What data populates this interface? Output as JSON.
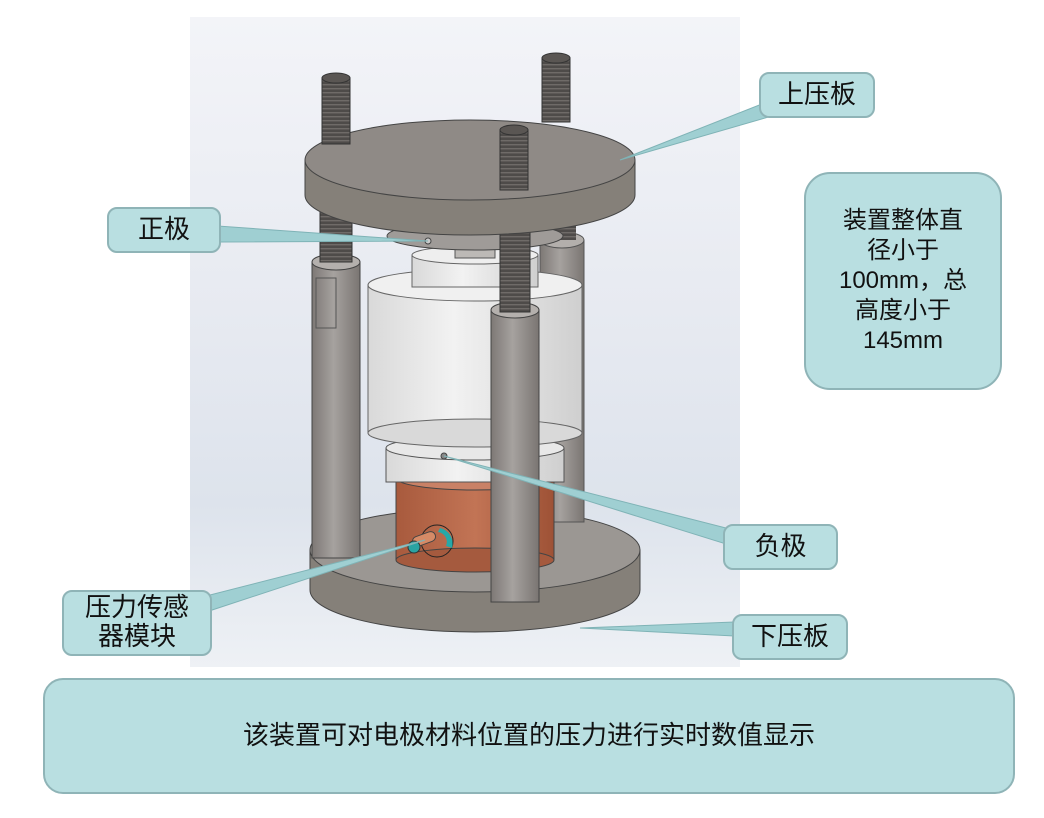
{
  "diagram": {
    "type": "annotated-device-illustration",
    "subject": "pressure test fixture for electrode material",
    "colors": {
      "callout_fill": "#b9dfe1",
      "callout_border": "#8fb4b7",
      "leader_line": "#9fcfd2",
      "plate_gray": "#8a8582",
      "rod_gray": "#9a9693",
      "cell_white": "#ececec",
      "sensor_copper": "#b8684a",
      "connector_teal": "#2aa3a3"
    }
  },
  "labels": {
    "upper_plate": "上压板",
    "positive_electrode": "正极",
    "negative_electrode": "负极",
    "pressure_sensor_module": [
      "压力传感",
      "器模块"
    ],
    "lower_plate": "下压板"
  },
  "spec_note": {
    "lines": [
      "装置整体直",
      "径小于",
      "100mm，总",
      "高度小于",
      "145mm"
    ]
  },
  "banner": {
    "text": "该装置可对电极材料位置的压力进行实时数值显示"
  }
}
